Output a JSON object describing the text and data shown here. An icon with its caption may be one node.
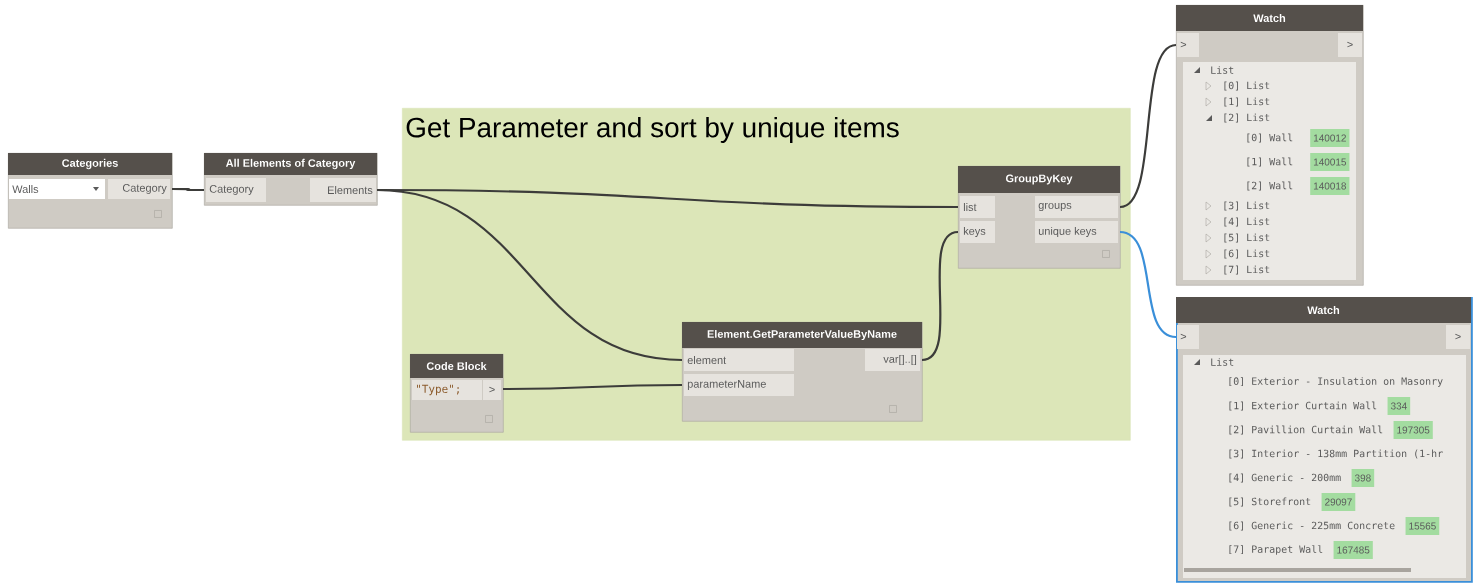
{
  "diagram": {
    "nodes": [
      {
        "text": [
          "Get Parameter and sort by unique items"
        ]
      },
      {
        "text": [
          "Categories",
          "Walls",
          "Category"
        ]
      },
      {
        "text": [
          "All Elements of Category",
          "Category",
          "Elements"
        ]
      },
      {
        "text": [
          "GroupByKey",
          "list",
          "keys",
          "groups",
          "unique keys"
        ],
        "in": 0
      },
      {
        "text": [
          "Element.GetParameterValueByName",
          "element",
          "parameterName",
          "var[]..[]"
        ],
        "in": 0
      },
      {
        "text": [
          "Code Block",
          "\"Type\";",
          ">"
        ],
        "in": 0
      },
      {
        "text": [
          "Watch",
          ">",
          ">",
          "List",
          "[0] List",
          "[1] List",
          "[2] List",
          "[0] Wall",
          "140012",
          "[1] Wall",
          "140015",
          "[2] Wall",
          "140018",
          "[3] List",
          "[4] List",
          "[5] List",
          "[6] List",
          "[7] List"
        ]
      },
      {
        "text": [
          "Watch",
          ">",
          ">",
          "List",
          "[0] Exterior - Insulation on Masonry",
          "[1] Exterior Curtain Wall",
          "334",
          "[2] Pavillion Curtain Wall",
          "197305",
          "[3] Interior - 138mm Partition (1-hr",
          "[4] Generic - 200mm",
          "398",
          "[5] Storefront",
          "29097",
          "[6] Generic - 225mm Concrete",
          "15565",
          "[7] Parapet Wall",
          "167485"
        ]
      }
    ],
    "edges": [
      {
        "from": 1,
        "to": 2,
        "arrow": "none"
      },
      {
        "from": 2,
        "to": 3,
        "arrow": "none"
      },
      {
        "from": 2,
        "to": 4,
        "arrow": "none"
      },
      {
        "from": 5,
        "to": 4,
        "arrow": "none"
      },
      {
        "from": 4,
        "to": 3,
        "arrow": "none"
      },
      {
        "from": 3,
        "to": 6,
        "arrow": "none"
      },
      {
        "from": 3,
        "to": 7,
        "arrow": "none",
        "color": "#3a8fd9"
      }
    ]
  }
}
